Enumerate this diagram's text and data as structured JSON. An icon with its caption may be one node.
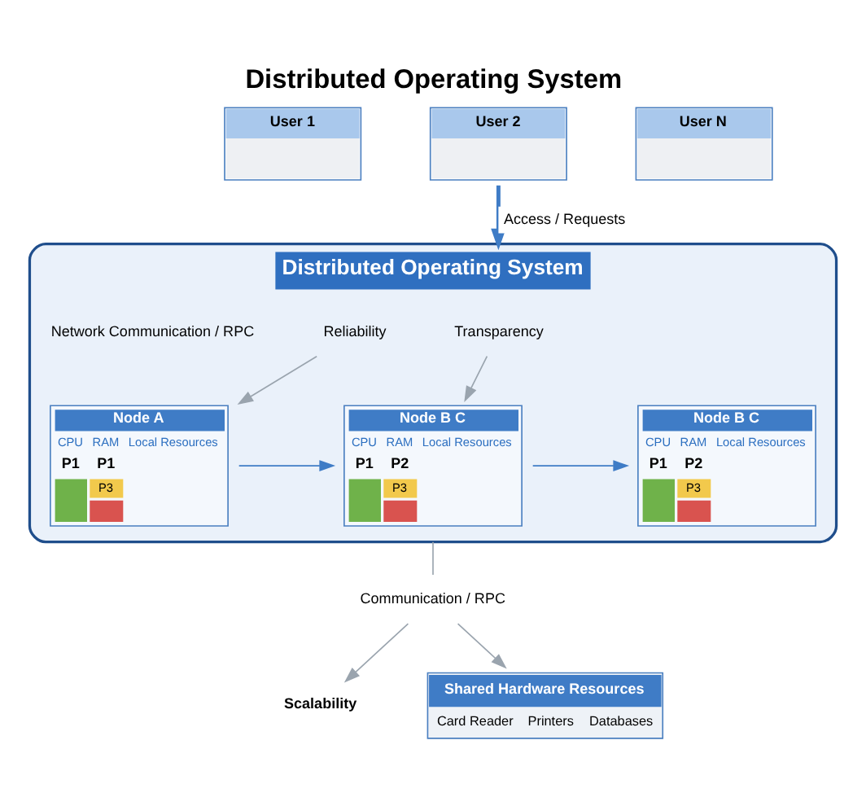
{
  "diagram": {
    "title": "Distributed Operating System",
    "nodes": [
      {
        "text": [
          "User 1"
        ]
      },
      {
        "text": [
          "User 2"
        ]
      },
      {
        "text": [
          "User N"
        ]
      },
      {
        "text": [
          "Distributed Operating System"
        ]
      },
      {
        "text": [
          "Transparency"
        ],
        "in": 3
      },
      {
        "text": [
          "Reliability"
        ],
        "in": 3
      },
      {
        "text": [
          "Node A",
          "CPU",
          "RAM",
          "Local Resources",
          "P1",
          "P1",
          "P3"
        ],
        "in": 3
      },
      {
        "text": [
          "Node B C",
          "CPU",
          "RAM",
          "Local Resources",
          "P1",
          "P2",
          "P3"
        ],
        "in": 3
      },
      {
        "text": [
          "Node B C",
          "CPU",
          "RAM",
          "Local Resources",
          "P1",
          "P2",
          "P3"
        ],
        "in": 3
      },
      {
        "text": [
          "Communication / RPC"
        ]
      },
      {
        "text": [
          "Scalability"
        ]
      },
      {
        "text": [
          "Shared Hardware Resources",
          "Card Reader",
          "Printers",
          "Databases"
        ]
      }
    ],
    "edges": [
      {
        "from": 1,
        "to": 3,
        "arrow": "to",
        "label": "Access / Requests",
        "style": "thick",
        "color": "#3f7cc6"
      },
      {
        "from": 4,
        "to": 7,
        "arrow": "to"
      },
      {
        "from": 5,
        "to": 6,
        "arrow": "to"
      },
      {
        "from": 6,
        "to": 7,
        "arrow": "to",
        "color": "#3f7cc6"
      },
      {
        "from": 7,
        "to": 8,
        "arrow": "to",
        "color": "#3f7cc6"
      },
      {
        "from": 3,
        "to": 9,
        "arrow": "none"
      },
      {
        "from": 9,
        "to": 10,
        "arrow": "to"
      },
      {
        "from": 9,
        "to": 11,
        "arrow": "to"
      }
    ],
    "labels": [
      "Network Communication / RPC"
    ]
  }
}
